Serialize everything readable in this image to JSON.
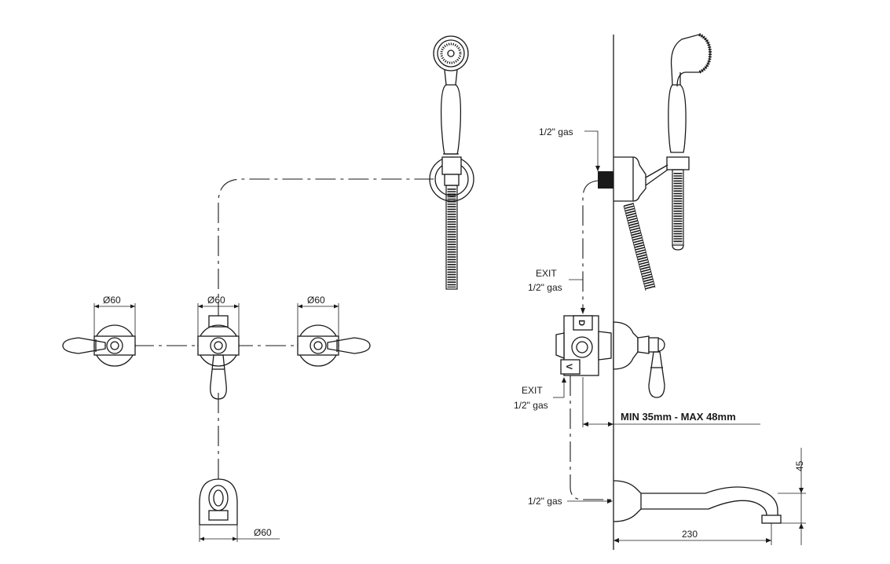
{
  "front_view": {
    "dim_left_valve": "Ø60",
    "dim_center_valve": "Ø60",
    "dim_right_valve": "Ø60",
    "dim_spout_flange": "Ø60"
  },
  "side_view": {
    "inlet_top": "1/2\" gas",
    "exit_upper_1": "EXIT",
    "exit_upper_2": "1/2\" gas",
    "exit_lower_1": "EXIT",
    "exit_lower_2": "1/2\" gas",
    "inlet_bottom": "1/2\" gas",
    "wall_depth": "MIN 35mm  - MAX 48mm",
    "spout_height": "45",
    "spout_length": "230",
    "body_mark_top": "D",
    "body_mark_bottom": "V"
  }
}
